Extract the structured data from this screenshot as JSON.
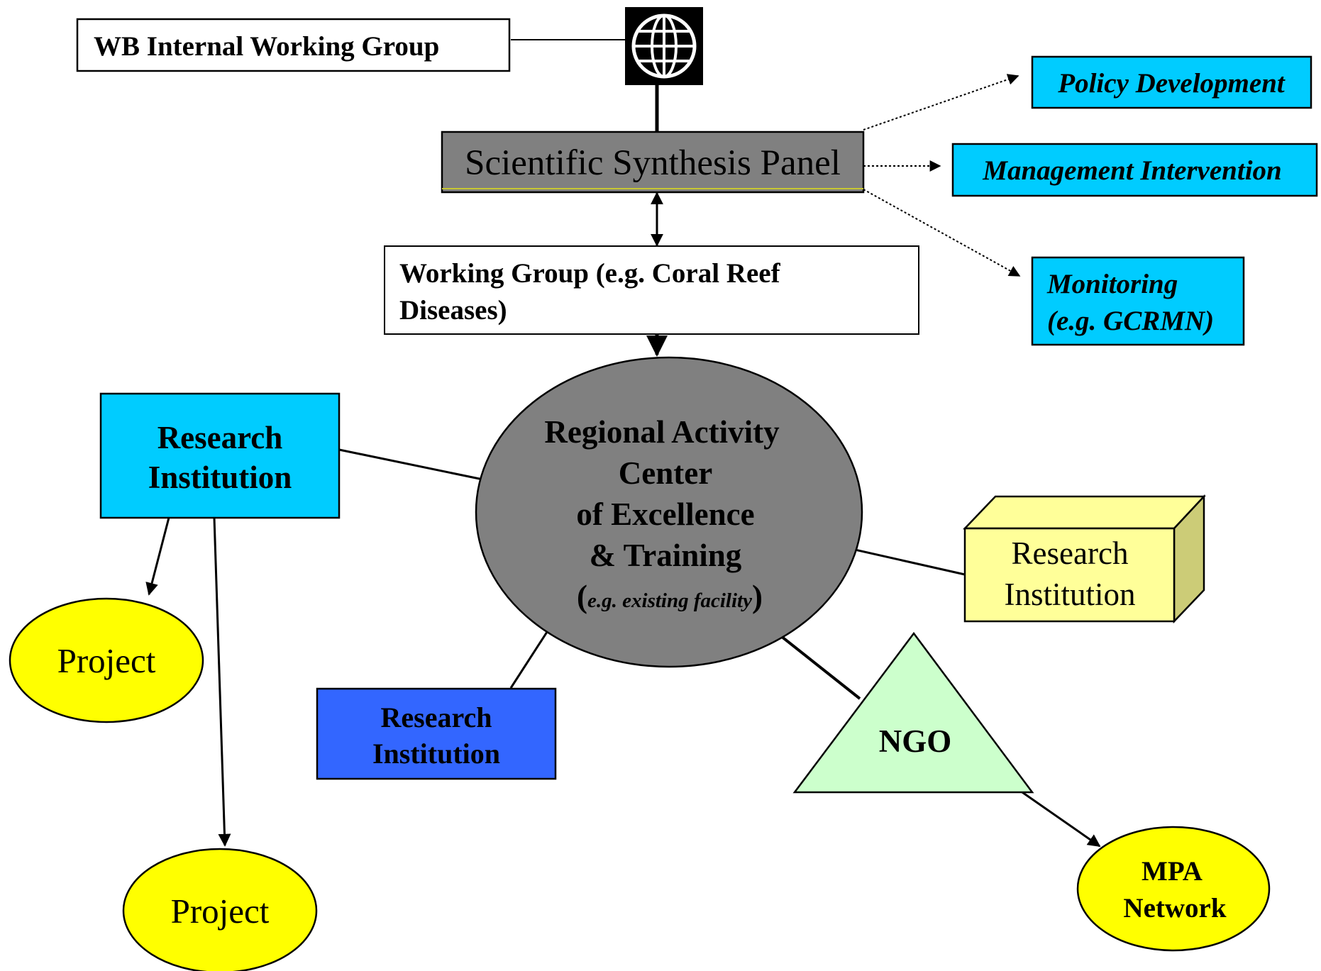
{
  "nodes": {
    "wb_group": "WB Internal Working Group",
    "synthesis_panel": "Scientific Synthesis Panel",
    "working_group": {
      "line1": "Working Group (e.g. Coral Reef",
      "line2": "Diseases)"
    },
    "policy": "Policy Development",
    "management": "Management Intervention",
    "monitoring": {
      "line1": "Monitoring",
      "line2": "(e.g. GCRMN)"
    },
    "regional_center": {
      "line1": "Regional Activity",
      "line2": "Center",
      "line3": "of Excellence",
      "line4": "& Training",
      "paren_open": "(",
      "example": "e.g. existing facility",
      "paren_close": ")"
    },
    "research_left": {
      "line1": "Research",
      "line2": "Institution"
    },
    "research_bottom": {
      "line1": "Research",
      "line2": "Institution"
    },
    "research_right": {
      "line1": "Research",
      "line2": "Institution"
    },
    "project_1": "Project",
    "project_2": "Project",
    "ngo": "NGO",
    "mpa": {
      "line1": "MPA",
      "line2": "Network"
    }
  },
  "icons": {
    "wb_logo": "globe-icon"
  },
  "colors": {
    "cyan": "#00ccff",
    "gray": "#808080",
    "yellow": "#ffff00",
    "blue": "#3366ff",
    "light_yellow": "#ffff99",
    "light_green": "#ccffcc",
    "black": "#000000"
  }
}
